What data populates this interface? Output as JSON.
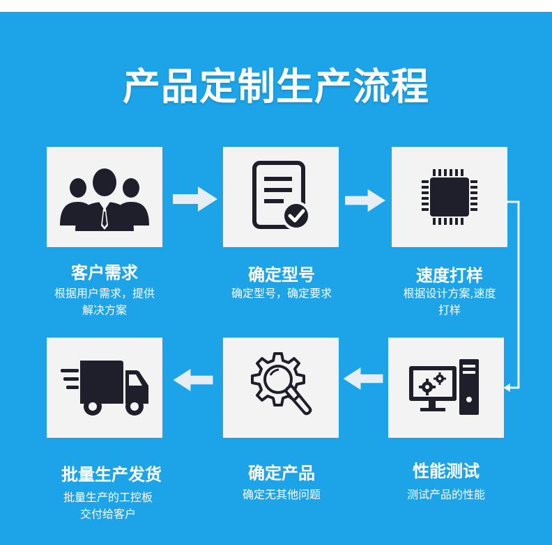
{
  "title": "产品定制生产流程",
  "colors": {
    "background": "#1ca3e8",
    "card": "#f3f3f3",
    "icon": "#1f1f2b",
    "arrow": "#e6eef4"
  },
  "steps": [
    {
      "title": "客户需求",
      "desc_line1": "根据用户需求，提供",
      "desc_line2": "解决方案",
      "icon": "people-icon"
    },
    {
      "title": "确定型号",
      "desc_line1": "确定型号，确定要求",
      "desc_line2": "",
      "icon": "document-check-icon"
    },
    {
      "title": "速度打样",
      "desc_line1": "根据设计方案,速度",
      "desc_line2": "打样",
      "icon": "chip-icon"
    },
    {
      "title": "性能测试",
      "desc_line1": "测试产品的性能",
      "desc_line2": "",
      "icon": "computer-test-icon"
    },
    {
      "title": "确定产品",
      "desc_line1": "确定无其他问题",
      "desc_line2": "",
      "icon": "gear-search-icon"
    },
    {
      "title": "批量生产发货",
      "desc_line1": "批量生产的工控板",
      "desc_line2": "交付给客户",
      "icon": "delivery-truck-icon"
    }
  ]
}
